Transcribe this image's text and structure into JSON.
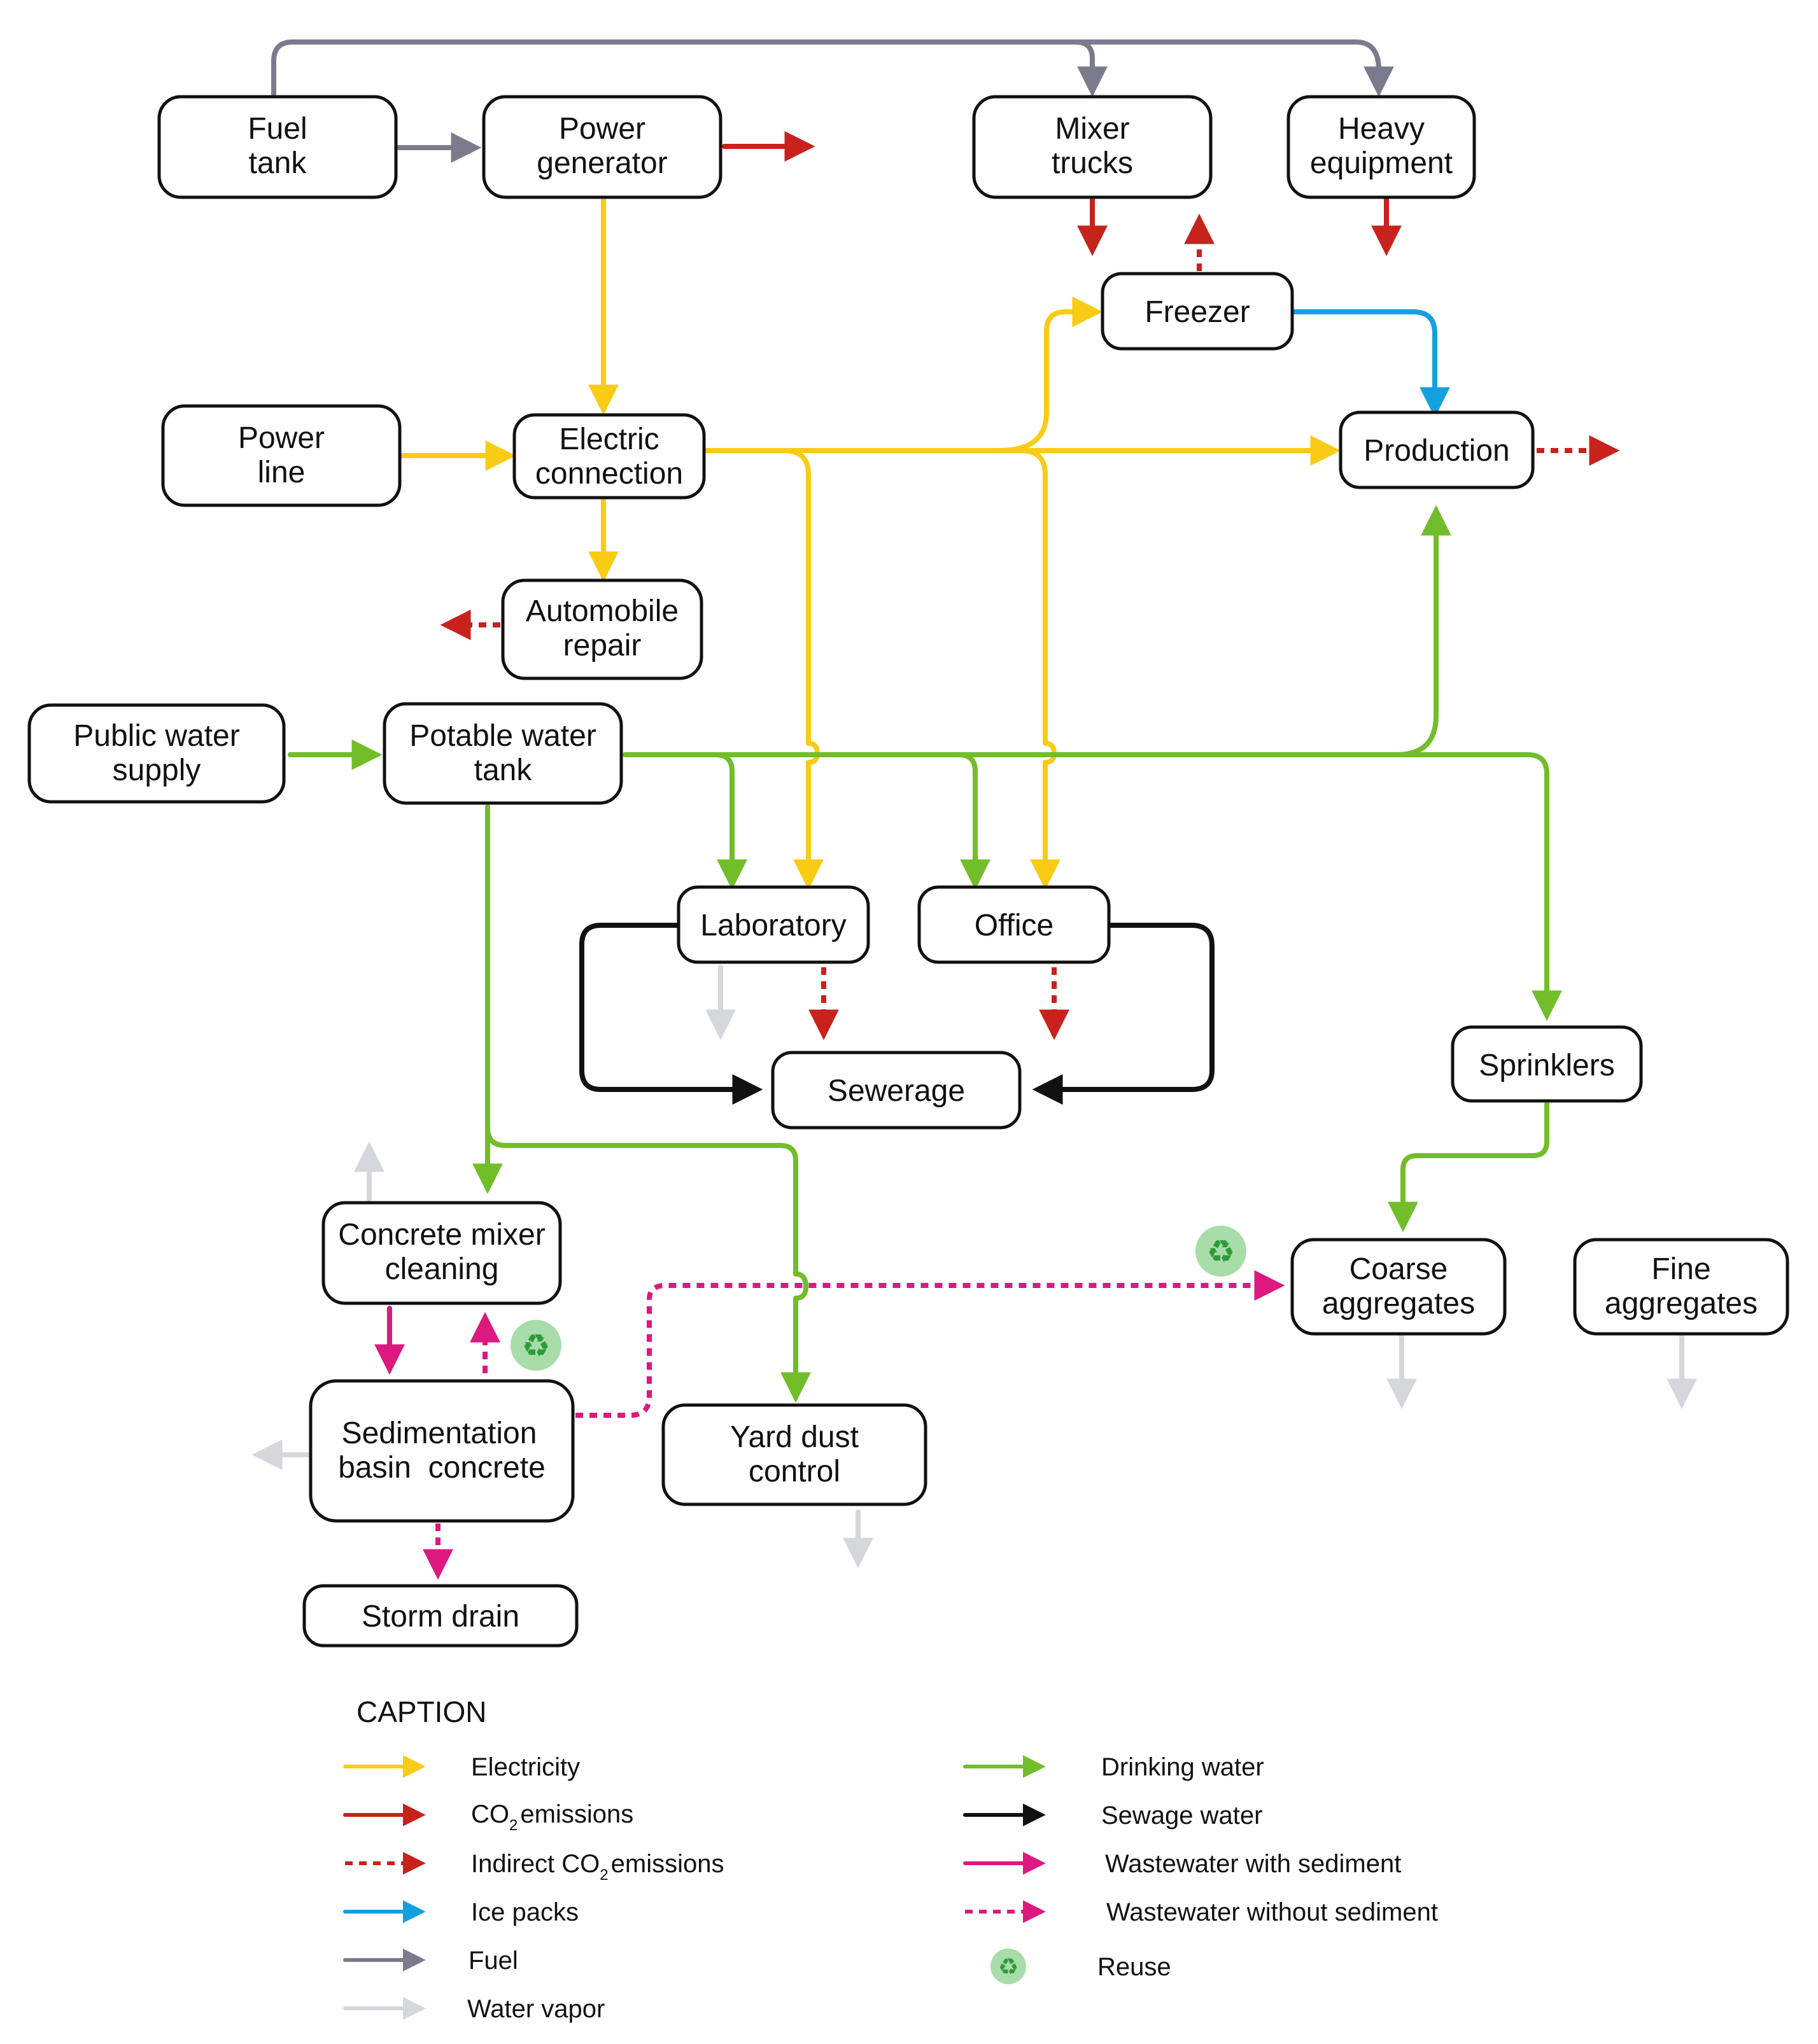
{
  "colors": {
    "electricity": "#f9cb15",
    "co2": "#c7221c",
    "ice": "#12a0df",
    "fuel": "#7c7b8d",
    "vapor": "#d6d7dd",
    "drinking": "#72bd2a",
    "sewage": "#111111",
    "wastewater": "#db197e",
    "reuse_bg": "#a8dca8",
    "reuse_fg": "#2e9a3c"
  },
  "nodes": {
    "fuel_tank": [
      "Fuel",
      "tank"
    ],
    "power_generator": [
      "Power",
      "generator"
    ],
    "mixer_trucks": [
      "Mixer",
      "trucks"
    ],
    "heavy_equipment": [
      "Heavy",
      "equipment"
    ],
    "freezer": [
      "Freezer"
    ],
    "power_line": [
      "Power",
      "line"
    ],
    "electric_connection": [
      "Electric",
      "connection"
    ],
    "production": [
      "Production"
    ],
    "automobile_repair": [
      "Automobile",
      "repair"
    ],
    "public_water_supply": [
      "Public water",
      "supply"
    ],
    "potable_water_tank": [
      "Potable water",
      "tank"
    ],
    "laboratory": [
      "Laboratory"
    ],
    "office": [
      "Office"
    ],
    "sewerage": [
      "Sewerage"
    ],
    "sprinklers": [
      "Sprinklers"
    ],
    "concrete_mixer_cleaning": [
      "Concrete mixer",
      "cleaning"
    ],
    "coarse_aggregates": [
      "Coarse",
      "aggregates"
    ],
    "fine_aggregates": [
      "Fine",
      "aggregates"
    ],
    "sedimentation_basin": [
      "Sedimentation",
      "basin  concrete"
    ],
    "yard_dust_control": [
      "Yard dust",
      "control"
    ],
    "storm_drain": [
      "Storm drain"
    ]
  },
  "caption": {
    "title": "CAPTION",
    "electricity": "Electricity",
    "co2_prefix": "CO",
    "co2_sub": "2",
    "co2_suffix": "emissions",
    "indirect_prefix": "Indirect CO",
    "indirect_sub": "2",
    "indirect_suffix": "emissions",
    "ice_packs": "Ice packs",
    "fuel": "Fuel",
    "water_vapor": "Water vapor",
    "drinking_water": "Drinking water",
    "sewage_water": "Sewage water",
    "wastewater_with": "Wastewater with sediment",
    "wastewater_without": "Wastewater without sediment",
    "reuse": "Reuse"
  }
}
